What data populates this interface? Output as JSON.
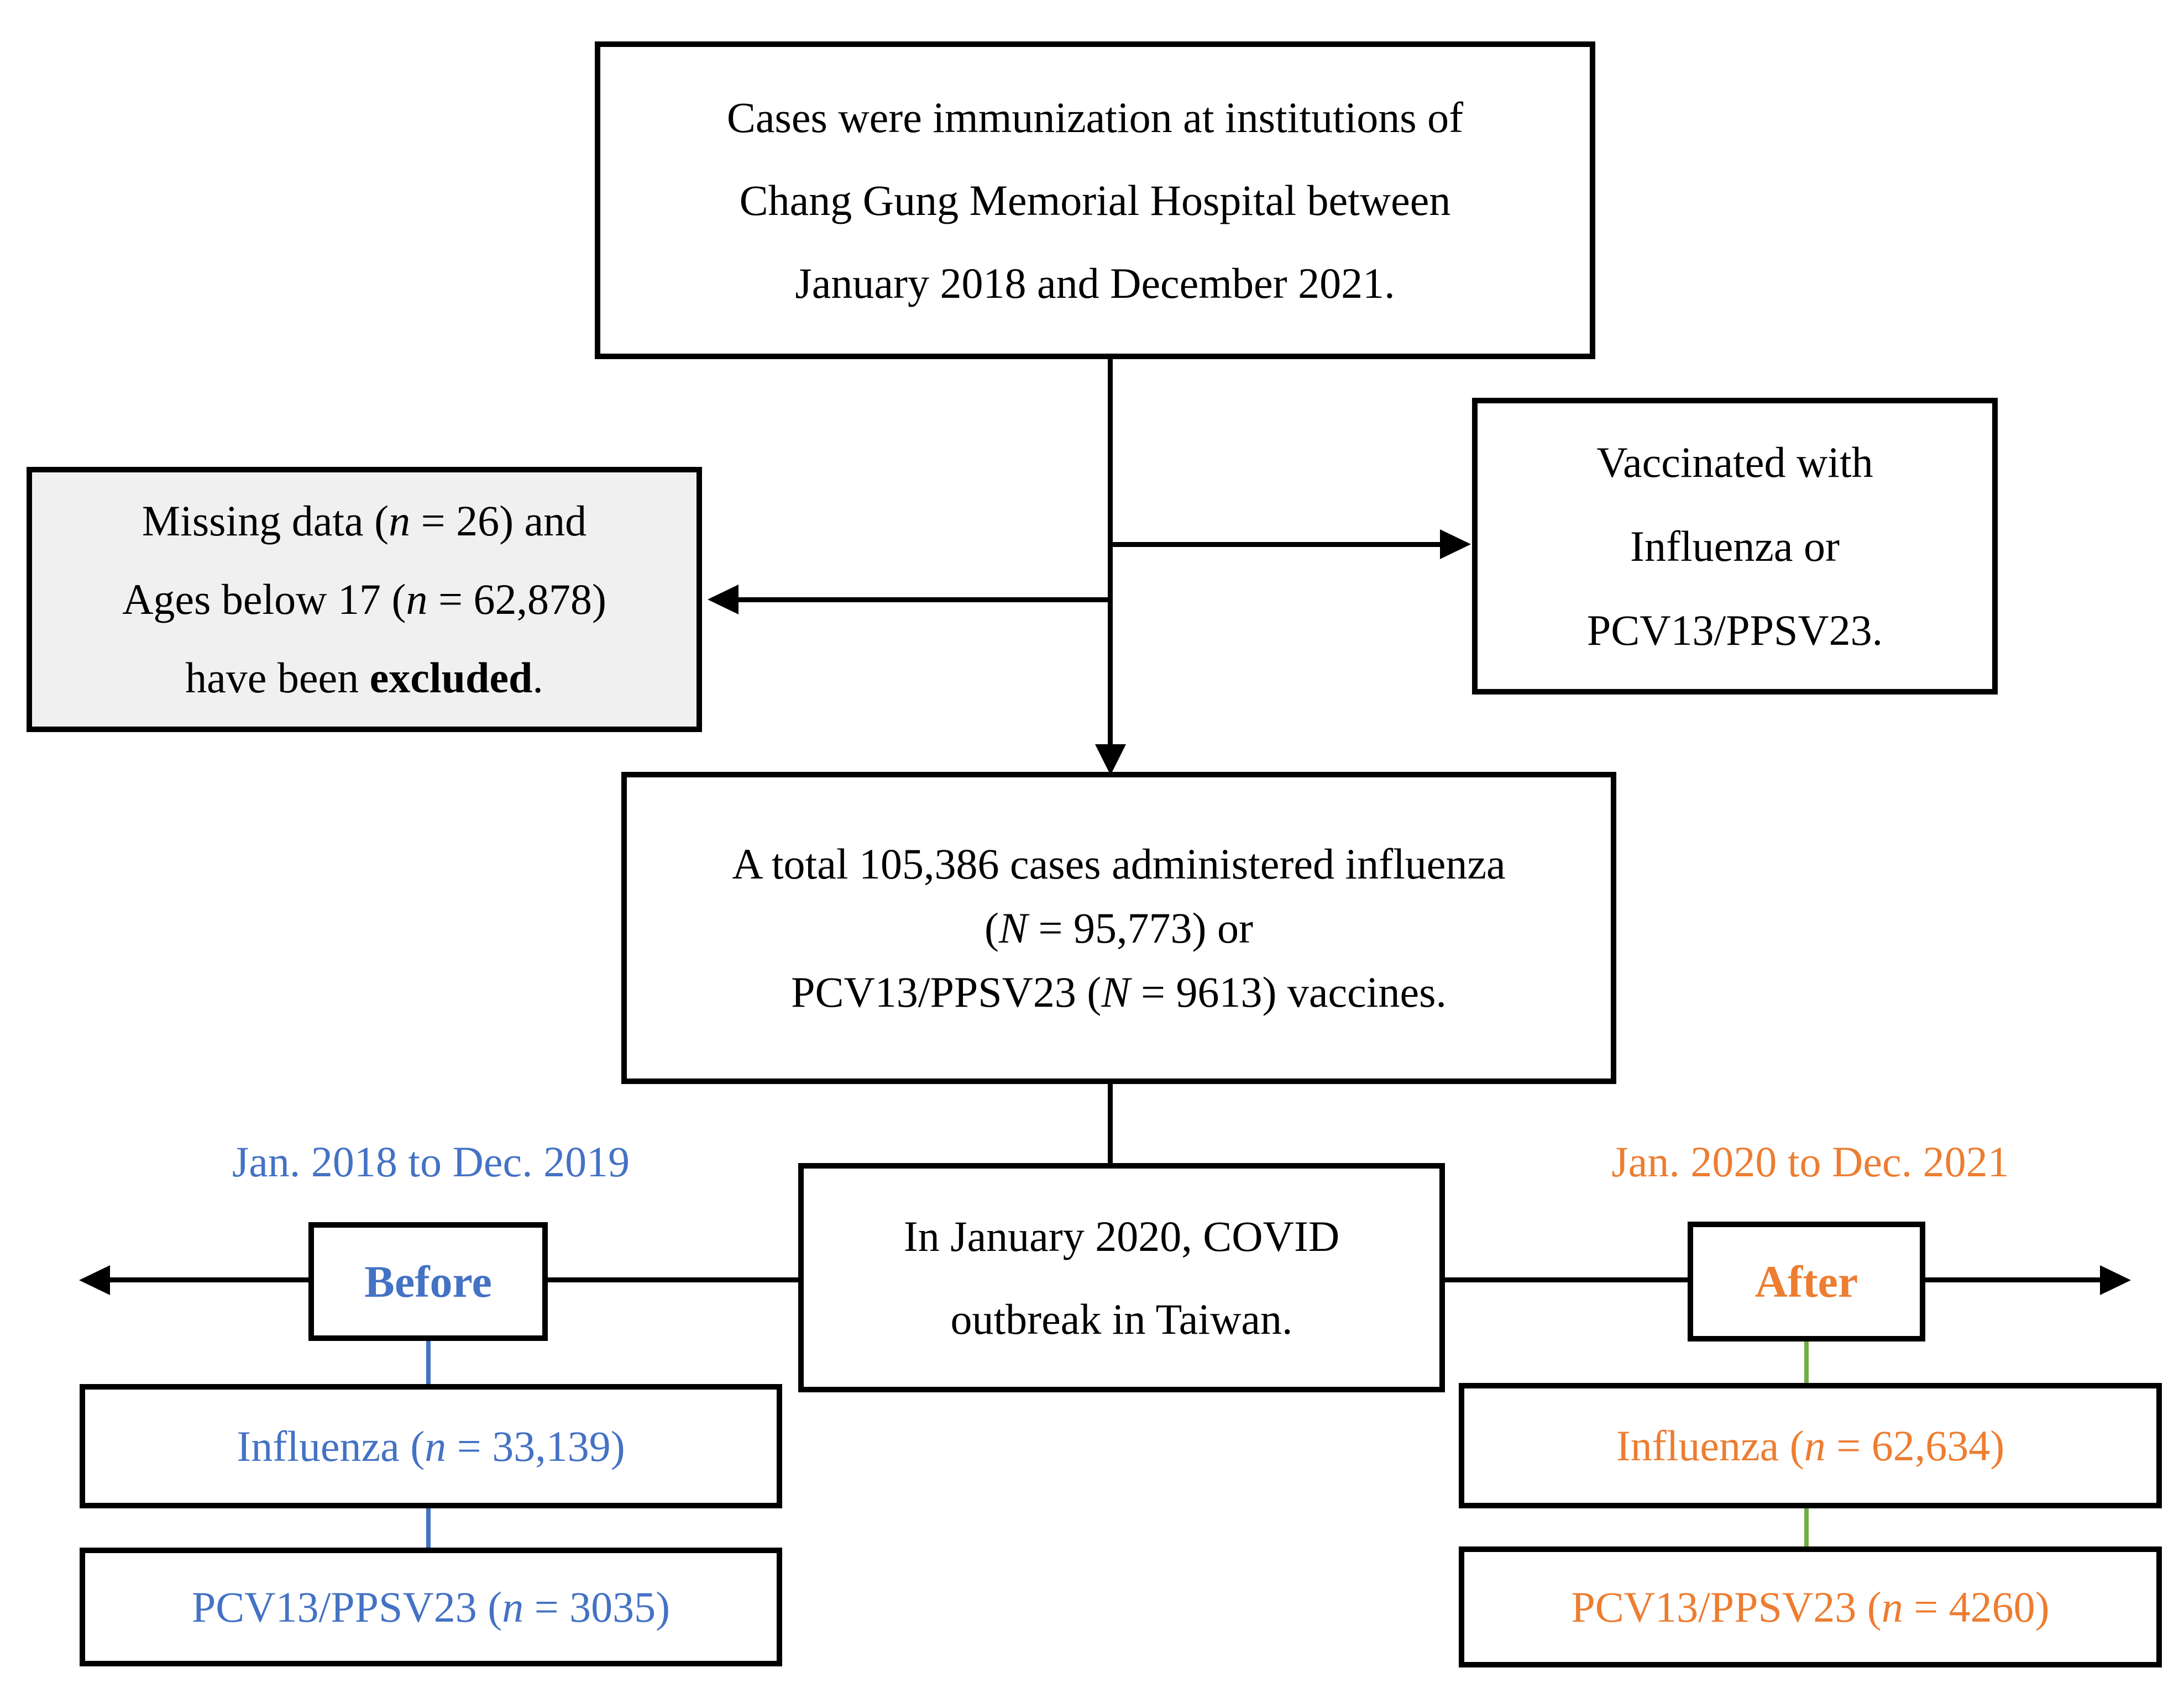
{
  "colors": {
    "before_blue": "#4472C4",
    "after_orange": "#ED7D31",
    "after_connector_green": "#70AD47",
    "excluded_box_fill": "#F0F0F0",
    "line_black": "#000000"
  },
  "boxes": {
    "source": {
      "line1": "Cases were immunization at institutions of",
      "line2": "Chang Gung Memorial Hospital between",
      "line3": "January 2018 and December 2021."
    },
    "excluded": {
      "l1a": "Missing data (",
      "l1n": "n",
      "l1b": " = 26) and",
      "l2a": "Ages below 17 (",
      "l2n": "n",
      "l2b": " = 62,878)",
      "l3a": "have been ",
      "l3bold": "excluded",
      "l3b": "."
    },
    "vaccinated": {
      "line1": "Vaccinated with",
      "line2": "Influenza or",
      "line3": "PCV13/PPSV23."
    },
    "total": {
      "line1": "A total 105,386 cases administered influenza",
      "l2a": "(",
      "l2n": "N",
      "l2b": " = 95,773) or",
      "l3a": "PCV13/PPSV23 (",
      "l3n": "N",
      "l3b": " = 9613) vaccines."
    },
    "covid": {
      "line1": "In January 2020, COVID",
      "line2": "outbreak in Taiwan."
    }
  },
  "before": {
    "period_label": "Jan. 2018 to Dec. 2019",
    "label": "Before",
    "influenza": {
      "a": "Influenza (",
      "n": "n",
      "b": " = 33,139)"
    },
    "pcv": {
      "a": "PCV13/PPSV23 (",
      "n": "n",
      "b": " = 3035)"
    }
  },
  "after": {
    "period_label": "Jan. 2020 to Dec. 2021",
    "label": "After",
    "influenza": {
      "a": "Influenza (",
      "n": "n",
      "b": " = 62,634)"
    },
    "pcv": {
      "a": "PCV13/PPSV23 (",
      "n": "n",
      "b": " = 4260)"
    }
  }
}
